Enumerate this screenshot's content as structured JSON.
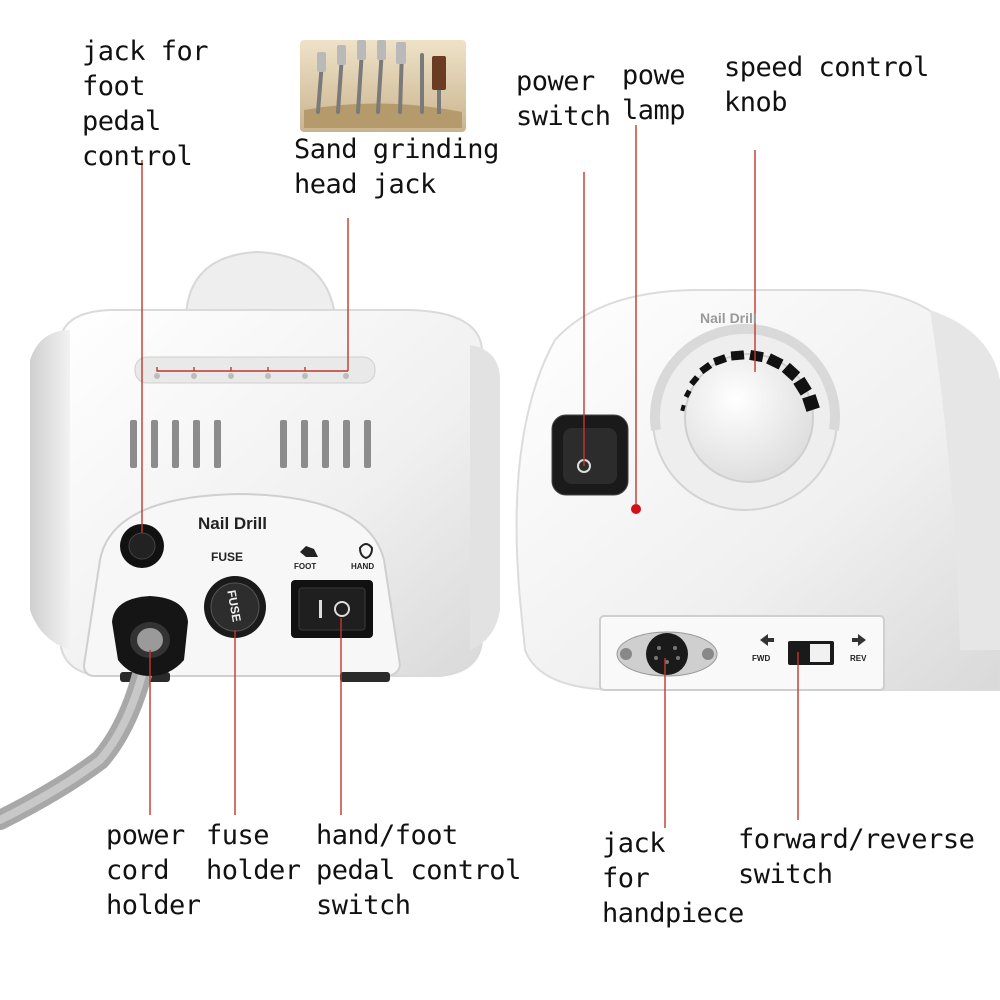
{
  "labels": {
    "jack_foot_pedal": [
      "jack for",
      "foot",
      "pedal",
      "control"
    ],
    "sand_grinding": [
      "Sand grinding",
      "head jack"
    ],
    "power_switch": [
      "power",
      "switch"
    ],
    "power_lamp": [
      "powe",
      "lamp"
    ],
    "speed_knob": [
      "speed control",
      "knob"
    ],
    "power_cord_holder": [
      "power",
      "cord",
      "holder"
    ],
    "fuse_holder": [
      "fuse",
      "holder"
    ],
    "hand_foot_switch": [
      "hand/foot",
      "pedal control",
      "switch"
    ],
    "jack_handpiece": [
      "jack",
      "for",
      "handpiece"
    ],
    "fwd_rev_switch": [
      "forward/reverse",
      "switch"
    ]
  },
  "device_text": {
    "brand": "Nail Drill",
    "fuse": "FUSE",
    "fuse_cap": "FUSE",
    "foot": "FOOT",
    "hand": "HAND",
    "fwd": "FWD",
    "rev": "REV"
  },
  "colors": {
    "leader_line": "#c0392b",
    "lamp": "#d0101a",
    "body_white": "#f4f4f4"
  }
}
